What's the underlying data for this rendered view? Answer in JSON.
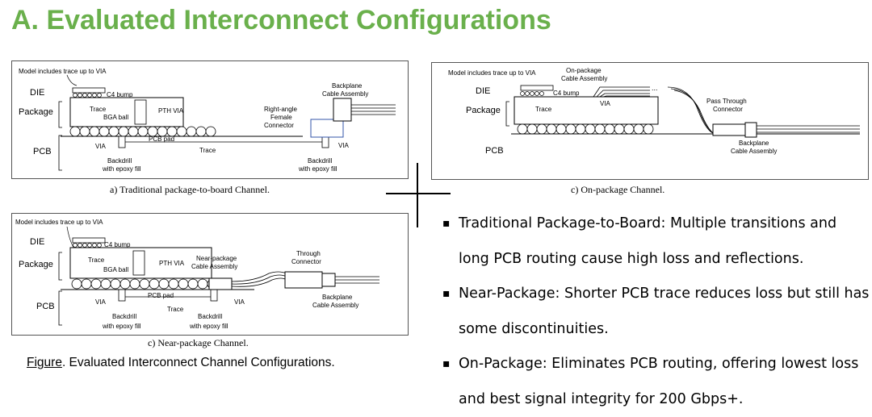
{
  "title": "A. Evaluated Interconnect Configurations",
  "figure_caption": {
    "label": "Figure",
    "text": ". Evaluated Interconnect Channel Configurations."
  },
  "panels": {
    "a": {
      "caption": "a) Traditional package-to-board Channel.",
      "labels": {
        "model": "Model includes trace up to VIA",
        "die": "DIE",
        "package": "Package",
        "pcb": "PCB",
        "c4": "C4 bump",
        "trace_pkg": "Trace",
        "bga": "BGA ball",
        "pth": "PTH VIA",
        "via_left": "VIA",
        "pcb_pad": "PCB pad",
        "trace_pcb": "Trace",
        "backdrill_left_1": "Backdrill",
        "backdrill_left_2": "with epoxy fill",
        "backdrill_right_1": "Backdrill",
        "backdrill_right_2": "with epoxy fill",
        "via_right": "VIA",
        "right_angle_1": "Right-angle",
        "right_angle_2": "Female",
        "right_angle_3": "Connector",
        "backplane_1": "Backplane",
        "backplane_2": "Cable Assembly"
      }
    },
    "b": {
      "caption": "c) Near-package Channel.",
      "labels": {
        "model": "Model includes trace up to VIA",
        "die": "DIE",
        "package": "Package",
        "pcb": "PCB",
        "c4": "C4 bump",
        "trace_pkg": "Trace",
        "bga": "BGA ball",
        "pth": "PTH VIA",
        "via_left": "VIA",
        "pcb_pad": "PCB pad",
        "trace_pcb": "Trace",
        "backdrill_left_1": "Backdrill",
        "backdrill_left_2": "with epoxy fill",
        "backdrill_right_1": "Backdrill",
        "backdrill_right_2": "with epoxy fill",
        "via_right": "VIA",
        "near_pkg_1": "Near-package",
        "near_pkg_2": "Cable Assembly",
        "through_1": "Through",
        "through_2": "Connector",
        "backplane_1": "Backplane",
        "backplane_2": "Cable Assembly"
      }
    },
    "c": {
      "caption": "c) On-package Channel.",
      "labels": {
        "model": "Model includes trace up to VIA",
        "die": "DIE",
        "package": "Package",
        "pcb": "PCB",
        "c4": "C4 bump",
        "trace_pkg": "Trace",
        "via": "VIA",
        "on_pkg_1": "On-package",
        "on_pkg_2": "Cable Assembly",
        "pass_1": "Pass Through",
        "pass_2": "Connector",
        "backplane_1": "Backplane",
        "backplane_2": "Cable Assembly"
      }
    }
  },
  "bullets": [
    "Traditional Package-to-Board: Multiple transitions and long PCB routing cause high loss and reflections.",
    "Near-Package: Shorter PCB trace reduces loss but still has some discontinuities.",
    "On-Package: Eliminates PCB routing, offering lowest loss and best signal integrity for 200 Gbps+."
  ],
  "colors": {
    "title": "#6ab04c"
  }
}
